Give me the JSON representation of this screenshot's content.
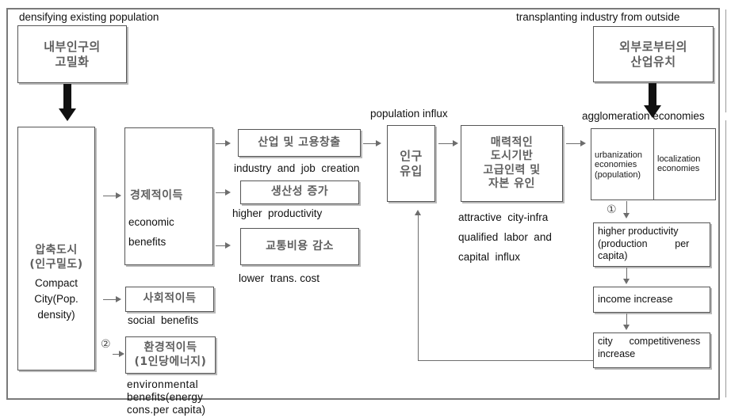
{
  "diagram": {
    "title": "Compact city causal chain diagram",
    "annotations": {
      "densifying": "densifying existing population",
      "transplanting": "transplanting industry from outside",
      "population_influx": "population influx",
      "agglomeration": "agglomeration economies"
    },
    "nodes": {
      "internal_density": {
        "ko": "내부인구의\n고밀화",
        "ko_line1": "내부인구의",
        "ko_line2": "고밀화"
      },
      "external_industry": {
        "ko_line1": "외부로부터의",
        "ko_line2": "산업유치"
      },
      "compact_city": {
        "ko_line1": "압축도시",
        "ko_line2": "(인구밀도)",
        "en_line1": "Compact",
        "en_line2": "City(Pop.",
        "en_line3": "density)"
      },
      "economic_benefits": {
        "ko": "경제적이득",
        "en_line1": "economic",
        "en_line2": "benefits"
      },
      "social_benefits": {
        "ko": "사회적이득",
        "en": "social  benefits"
      },
      "environmental_benefits": {
        "ko_line1": "환경적이득",
        "ko_line2": "(1인당에너지)",
        "en_line1": "environmental",
        "en_line2": "benefits(energy",
        "en_line3": "cons.per capita)"
      },
      "industry_job": {
        "ko": "산업 및 고용창출",
        "en": "industry  and  job  creation"
      },
      "productivity_up": {
        "ko": "생산성 증가",
        "en": "higher  productivity"
      },
      "transport_cost": {
        "ko": "교통비용 감소",
        "en": "lower  trans. cost"
      },
      "pop_influx": {
        "ko_line1": "인구",
        "ko_line2": "유입"
      },
      "attractive_infra": {
        "ko_line1": "매력적인",
        "ko_line2": "도시기반",
        "ko_line3": "고급인력 및",
        "ko_line4": "자본 유인",
        "en_line1": "attractive  city-infra",
        "en_line2": "qualified  labor  and",
        "en_line3": "capital  influx"
      },
      "urbanization_economies": {
        "line1": "urbanization",
        "line2": "economies",
        "line3": "(population)"
      },
      "localization_economies": {
        "line1": "localization",
        "line2": "economies"
      },
      "higher_productivity_right": {
        "line1": "higher  productivity",
        "line2": "(production          per",
        "line3": "capita)"
      },
      "income_increase": {
        "text": "income  increase"
      },
      "city_competitiveness": {
        "line1": "city      competitiveness",
        "line2": "increase"
      }
    },
    "markers": {
      "one": "①",
      "two": "②"
    },
    "colors": {
      "box_border": "#555555",
      "frame_border": "#7a7a7a",
      "korean_text": "#5f5f5f",
      "arrow": "#6d6d6d",
      "block_arrow": "#111111",
      "background": "#ffffff"
    }
  }
}
